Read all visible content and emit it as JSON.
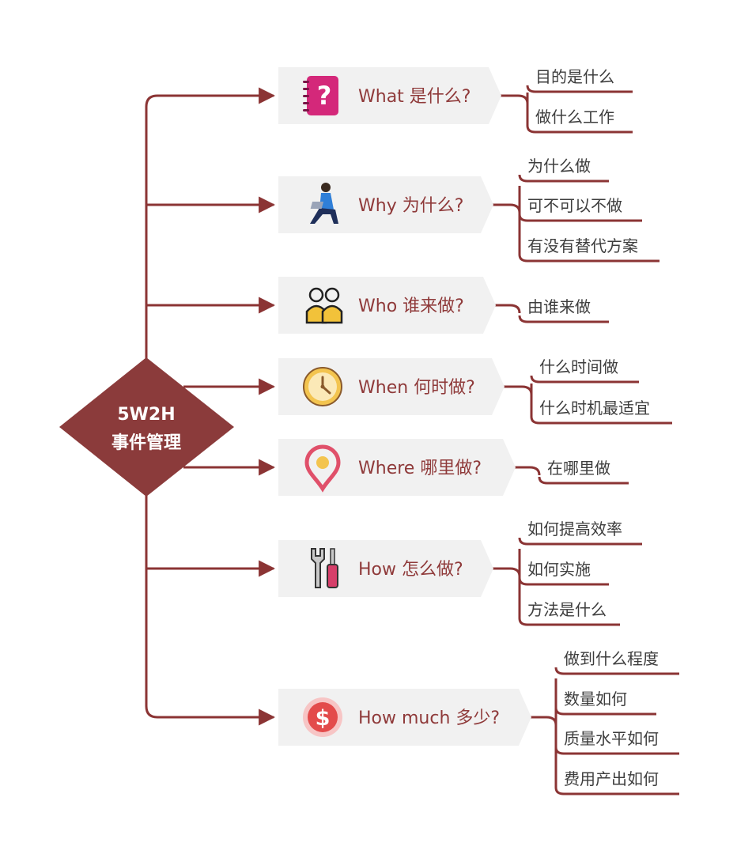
{
  "colors": {
    "connector": "#8b3434",
    "root_fill": "#8b3b3b",
    "root_text": "#ffffff",
    "branch_box": "#f1f1f1",
    "branch_text": "#8f3a3a",
    "leaf_text": "#3d3d3d"
  },
  "root": {
    "line1": "5W2H",
    "line2": "事件管理"
  },
  "branches": [
    {
      "label": "What 是什么?",
      "icon": "question-notebook-icon",
      "leaves": [
        "目的是什么",
        "做什么工作"
      ]
    },
    {
      "label": "Why 为什么?",
      "icon": "person-laptop-icon",
      "leaves": [
        "为什么做",
        "可不可以不做",
        "有没有替代方案"
      ]
    },
    {
      "label": "Who 谁来做?",
      "icon": "people-icon",
      "leaves": [
        "由谁来做"
      ]
    },
    {
      "label": "When 何时做?",
      "icon": "clock-icon",
      "leaves": [
        "什么时间做",
        "什么时机最适宜"
      ]
    },
    {
      "label": "Where 哪里做?",
      "icon": "location-pin-icon",
      "leaves": [
        "在哪里做"
      ]
    },
    {
      "label": "How 怎么做?",
      "icon": "tools-icon",
      "leaves": [
        "如何提高效率",
        "如何实施",
        "方法是什么"
      ]
    },
    {
      "label": "How much 多少?",
      "icon": "dollar-coin-icon",
      "leaves": [
        "做到什么程度",
        "数量如何",
        "质量水平如何",
        "费用产出如何"
      ]
    }
  ]
}
